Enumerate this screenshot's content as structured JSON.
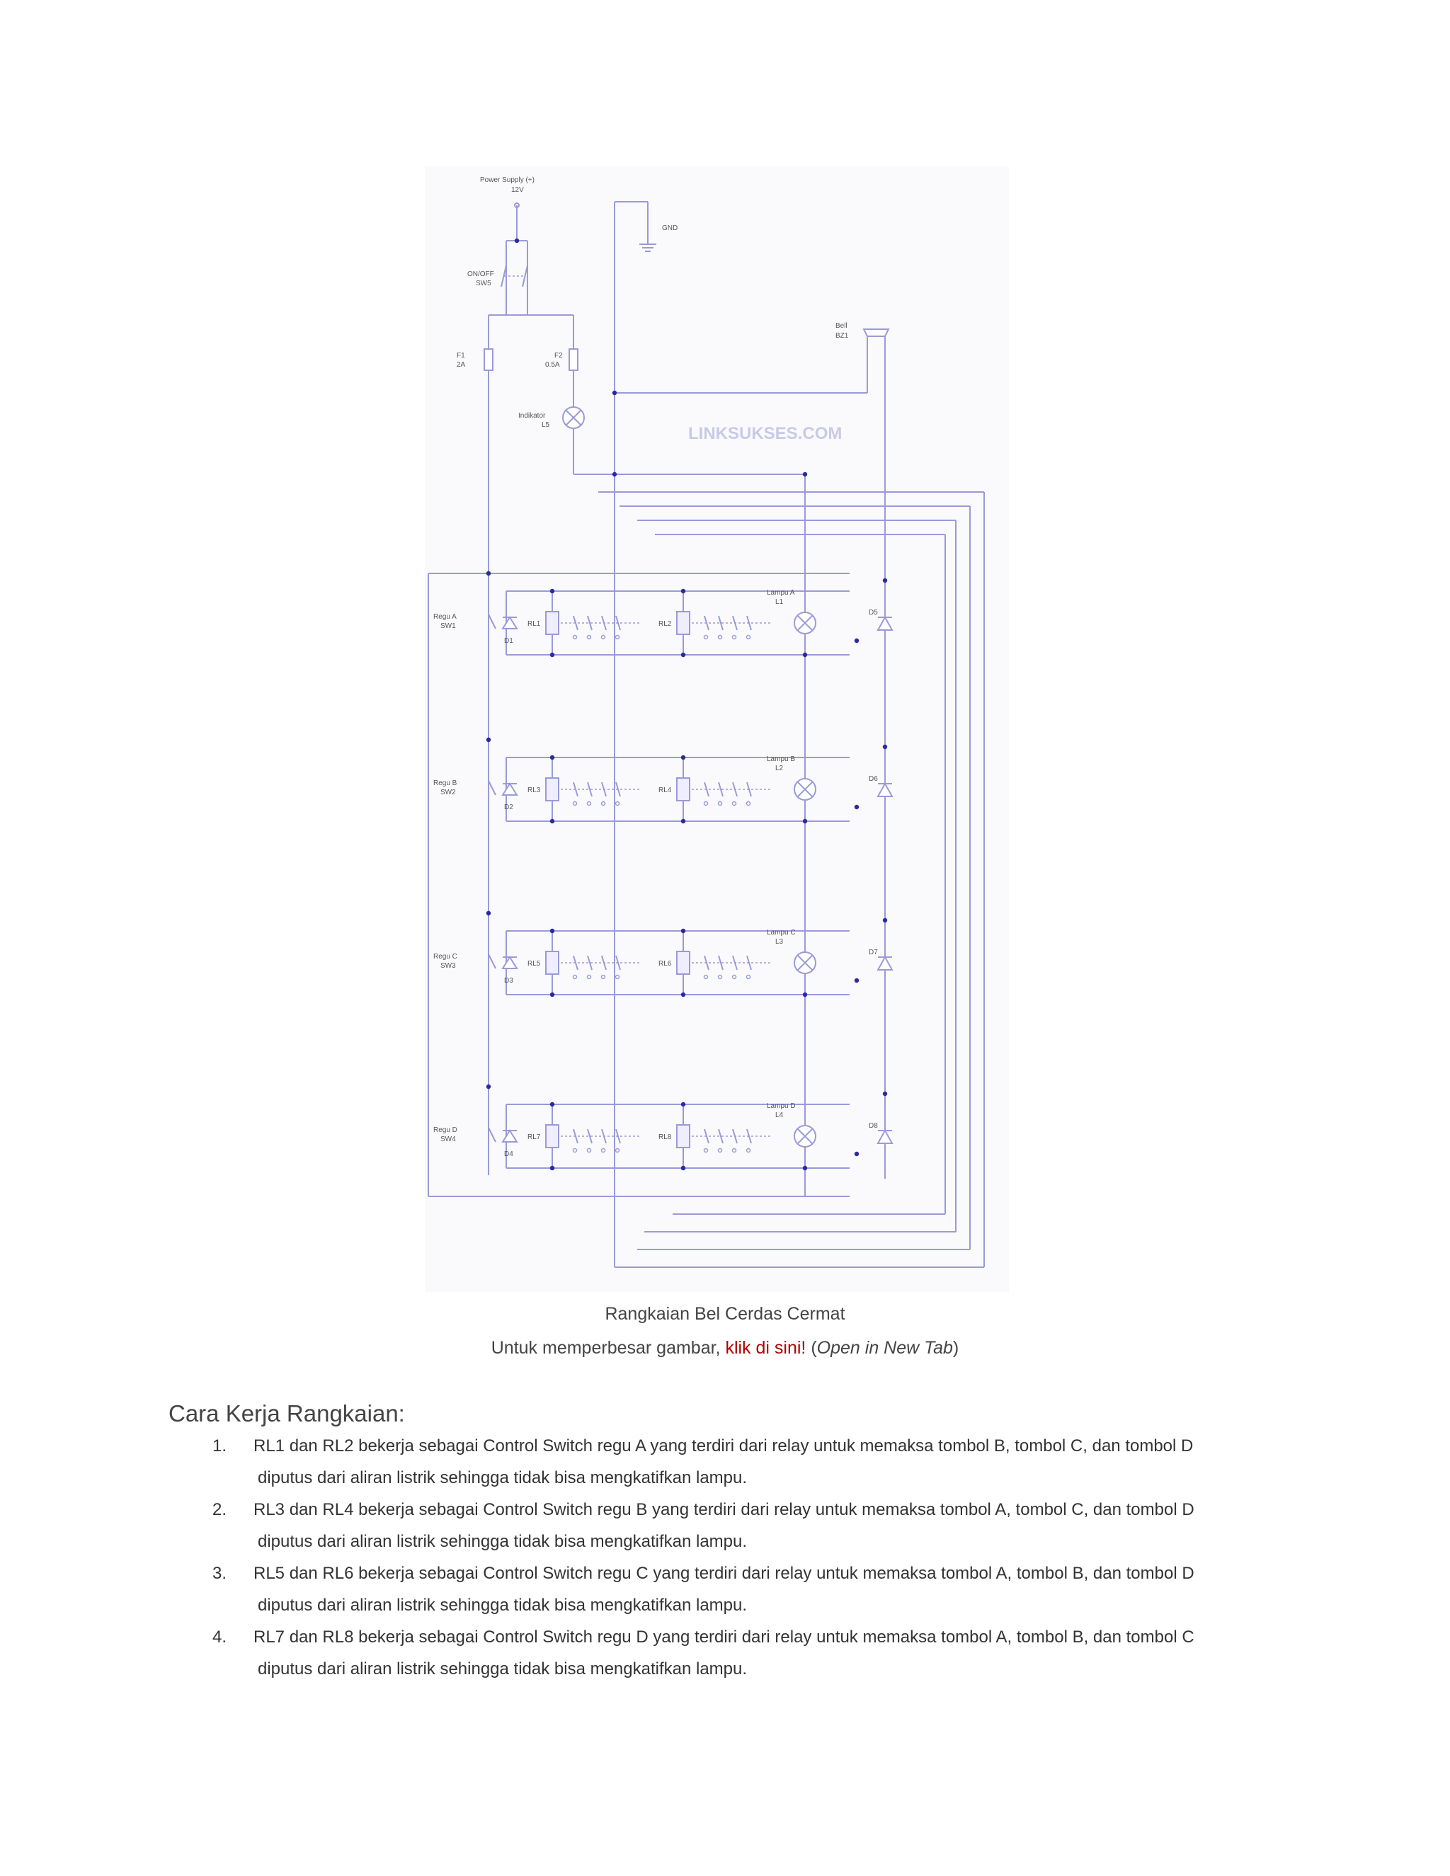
{
  "figure": {
    "labels": {
      "power_supply": "Power Supply (+)",
      "voltage": "12V",
      "gnd": "GND",
      "onoff": "ON/OFF",
      "sw5": "SW5",
      "f1": "F1",
      "f1_val": "2A",
      "f2": "F2",
      "f2_val": "0.5A",
      "indikator": "Indikator",
      "l5": "L5",
      "bell": "Bell",
      "bz1": "BZ1",
      "watermark": "LINKSUKSES.COM"
    },
    "rows": [
      {
        "regu": "Regu A",
        "sw": "SW1",
        "d": "D1",
        "rla": "RL1",
        "rlb": "RL2",
        "lampu": "Lampu A",
        "l": "L1",
        "dr": "D5"
      },
      {
        "regu": "Regu B",
        "sw": "SW2",
        "d": "D2",
        "rla": "RL3",
        "rlb": "RL4",
        "lampu": "Lampu B",
        "l": "L2",
        "dr": "D6"
      },
      {
        "regu": "Regu C",
        "sw": "SW3",
        "d": "D3",
        "rla": "RL5",
        "rlb": "RL6",
        "lampu": "Lampu C",
        "l": "L3",
        "dr": "D7"
      },
      {
        "regu": "Regu D",
        "sw": "SW4",
        "d": "D4",
        "rla": "RL7",
        "rlb": "RL8",
        "lampu": "Lampu D",
        "l": "L4",
        "dr": "D8"
      }
    ]
  },
  "caption": {
    "title": "Rangkaian Bel Cerdas Cermat",
    "enlarge_prefix": "Untuk memperbesar gambar, ",
    "enlarge_link": "klik di sini!",
    "paren_open": " (",
    "open_new_tab": "Open in New Tab",
    "paren_close": ")"
  },
  "section": {
    "heading": "Cara Kerja Rangkaian:",
    "items": [
      {
        "num": "1.",
        "line1": "RL1 dan RL2 bekerja sebagai Control Switch  regu A yang terdiri dari relay untuk memaksa tombol B, tombol C, dan tombol D",
        "line2": "diputus dari aliran listrik sehingga tidak bisa mengkatifkan lampu."
      },
      {
        "num": "2.",
        "line1": "RL3 dan RL4  bekerja sebagai  Control Switch  regu B yang terdiri dari relay untuk memaksa tombol A, tombol C, dan tombol D",
        "line2": "diputus dari aliran listrik sehingga tidak bisa mengkatifkan lampu."
      },
      {
        "num": "3.",
        "line1": "RL5 dan RL6  bekerja sebagai  Control Switch  regu C yang terdiri dari relay untuk memaksa tombol A, tombol B, dan tombol D",
        "line2": "diputus dari aliran listrik sehingga tidak bisa mengkatifkan lampu."
      },
      {
        "num": "4.",
        "line1": "RL7 dan RL8  bekerja sebagai  Control Switch  regu D yang terdiri dari relay untuk memaksa tombol A, tombol B, dan tombol C",
        "line2": "diputus dari aliran listrik sehingga tidak bisa mengkatifkan lampu."
      }
    ]
  }
}
